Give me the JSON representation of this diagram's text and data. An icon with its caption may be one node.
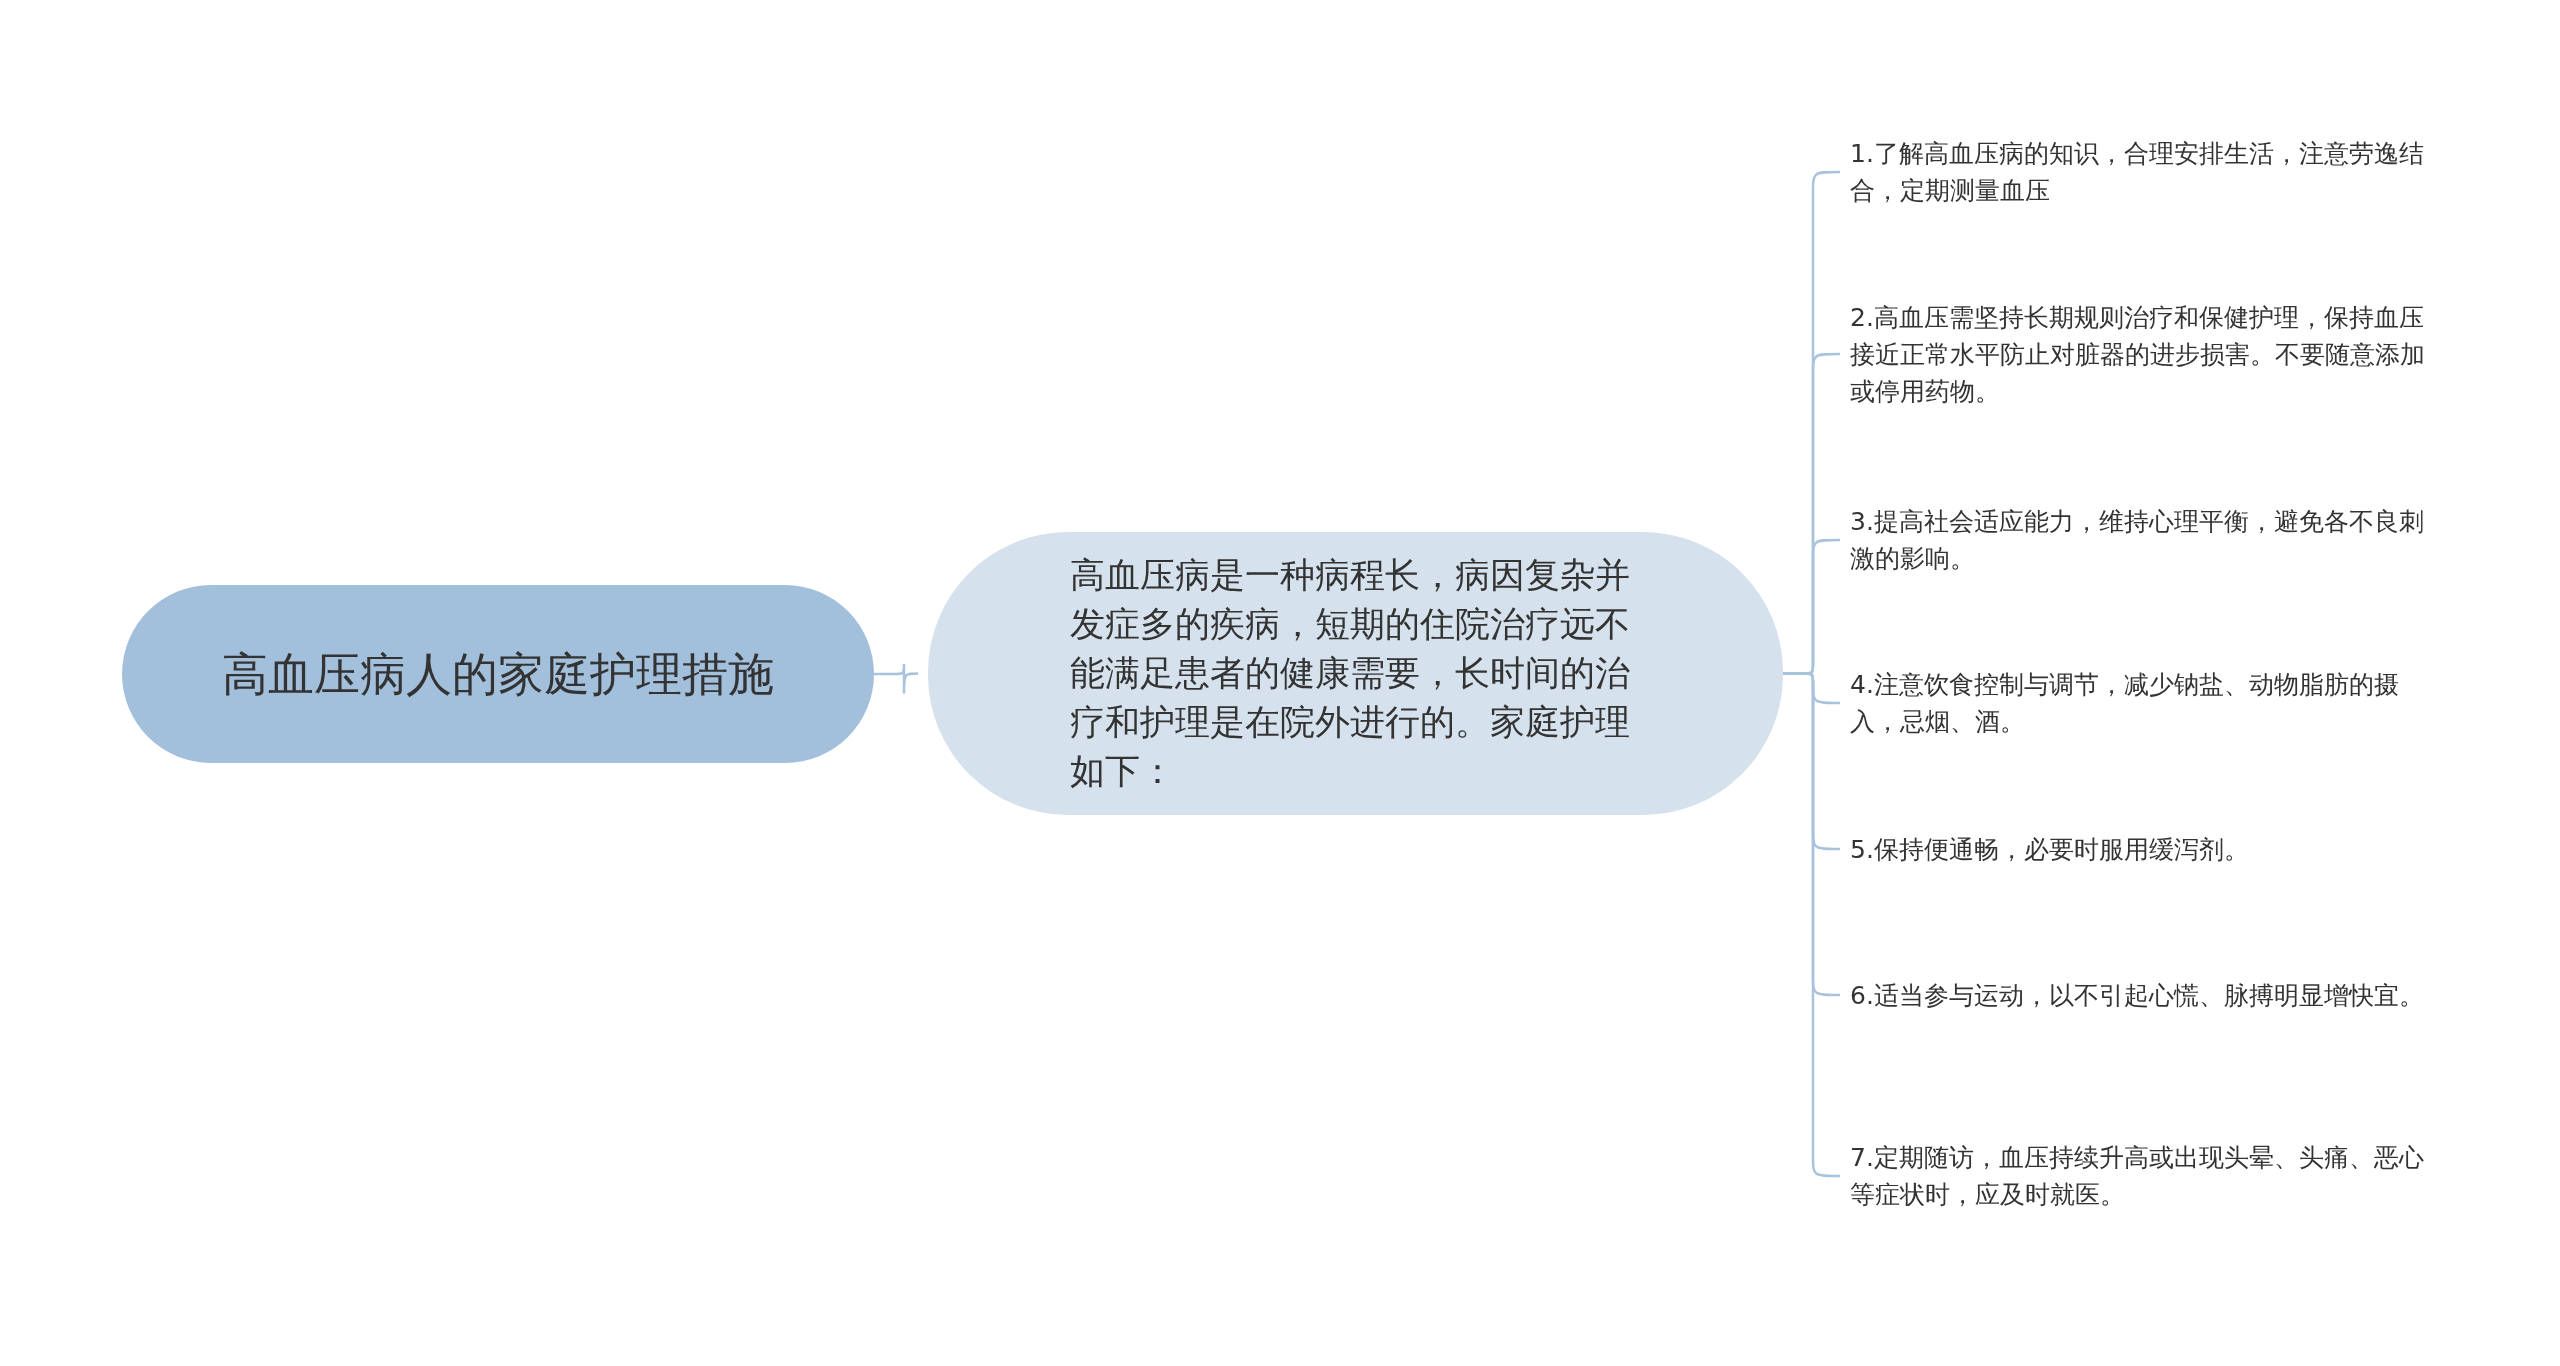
{
  "diagram": {
    "nodes": [
      {
        "text": [
          "高血压病人的家庭护理措施"
        ]
      },
      {
        "text": [
          "高血压病是一种病程长，病因复杂并发症多的疾病，短期的住院治疗远不能满足患者的健康需要，长时间的治疗和护理是在院外进行的。家庭护理如下："
        ]
      },
      {
        "text": [
          "1.了解高血压病的知识，合理安排生活，注意劳逸结合，定期测量血压"
        ]
      },
      {
        "text": [
          "2.高血压需坚持长期规则治疗和保健护理，保持血压接近正常水平防止对脏器的进步损害。不要随意添加或停用药物。"
        ]
      },
      {
        "text": [
          "3.提高社会适应能力，维持心理平衡，避免各不良刺激的影响。"
        ]
      },
      {
        "text": [
          "4.注意饮食控制与调节，减少钠盐、动物脂肪的摄入，忌烟、酒。"
        ]
      },
      {
        "text": [
          "5.保持便通畅，必要时服用缓泻剂。"
        ]
      },
      {
        "text": [
          "6.适当参与运动，以不引起心慌、脉搏明显增快宜。"
        ]
      },
      {
        "text": [
          "7.定期随访，血压持续升高或出现头晕、头痛、恶心等症状时，应及时就医。"
        ]
      }
    ],
    "edges": [
      {
        "from": 0,
        "to": 1,
        "arrow": "none"
      },
      {
        "from": 1,
        "to": 2,
        "arrow": "none"
      },
      {
        "from": 1,
        "to": 3,
        "arrow": "none"
      },
      {
        "from": 1,
        "to": 4,
        "arrow": "none"
      },
      {
        "from": 1,
        "to": 5,
        "arrow": "none"
      },
      {
        "from": 1,
        "to": 6,
        "arrow": "none"
      },
      {
        "from": 1,
        "to": 7,
        "arrow": "none"
      },
      {
        "from": 1,
        "to": 8,
        "arrow": "none"
      }
    ]
  }
}
